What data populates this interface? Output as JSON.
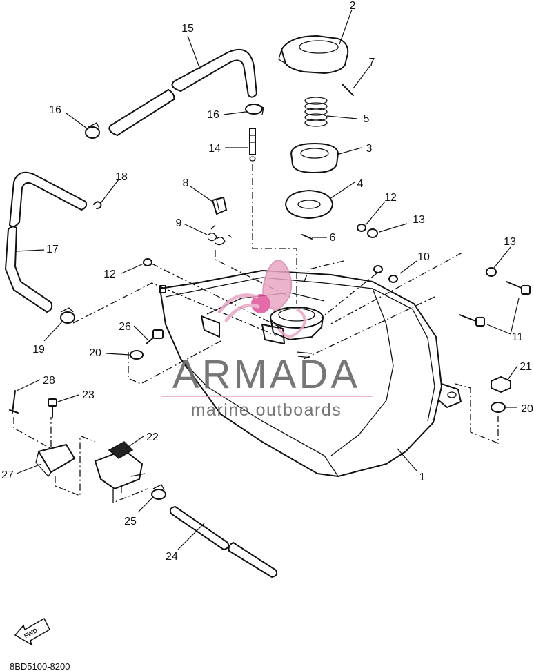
{
  "diagram": {
    "callouts": {
      "c1": "1",
      "c2": "2",
      "c3": "3",
      "c4": "4",
      "c5": "5",
      "c6": "6",
      "c7": "7",
      "c8": "8",
      "c9": "9",
      "c10": "10",
      "c11": "11",
      "c12a": "12",
      "c12b": "12",
      "c13a": "13",
      "c13b": "13",
      "c14": "14",
      "c15": "15",
      "c16a": "16",
      "c16b": "16",
      "c17": "17",
      "c18": "18",
      "c19": "19",
      "c20a": "20",
      "c20b": "20",
      "c21": "21",
      "c22": "22",
      "c23": "23",
      "c24": "24",
      "c25": "25",
      "c26": "26",
      "c27": "27",
      "c28": "28"
    },
    "fwd_label": "FWD",
    "diagram_code": "8BD5100-8200"
  },
  "watermark": {
    "brand": "ARMADA",
    "tagline": "marine outboards",
    "logo_color": "#e8a6c4",
    "text_color": "#6b6b6b"
  }
}
